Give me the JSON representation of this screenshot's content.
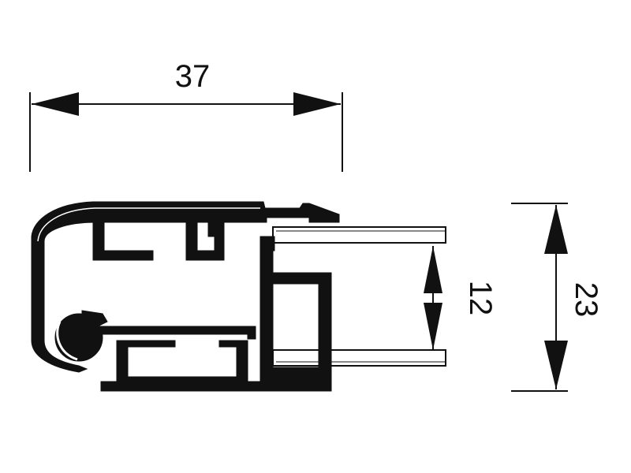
{
  "colors": {
    "background": "#ffffff",
    "profile_fill": "#111111",
    "profile_outline": "#111111",
    "profile_highlight": "#ffffff",
    "dimension_line": "#111111",
    "glass_outline": "#111111"
  },
  "dimensions": {
    "width": {
      "value": "37"
    },
    "glass_gap": {
      "value": "12"
    },
    "height": {
      "value": "23"
    }
  }
}
